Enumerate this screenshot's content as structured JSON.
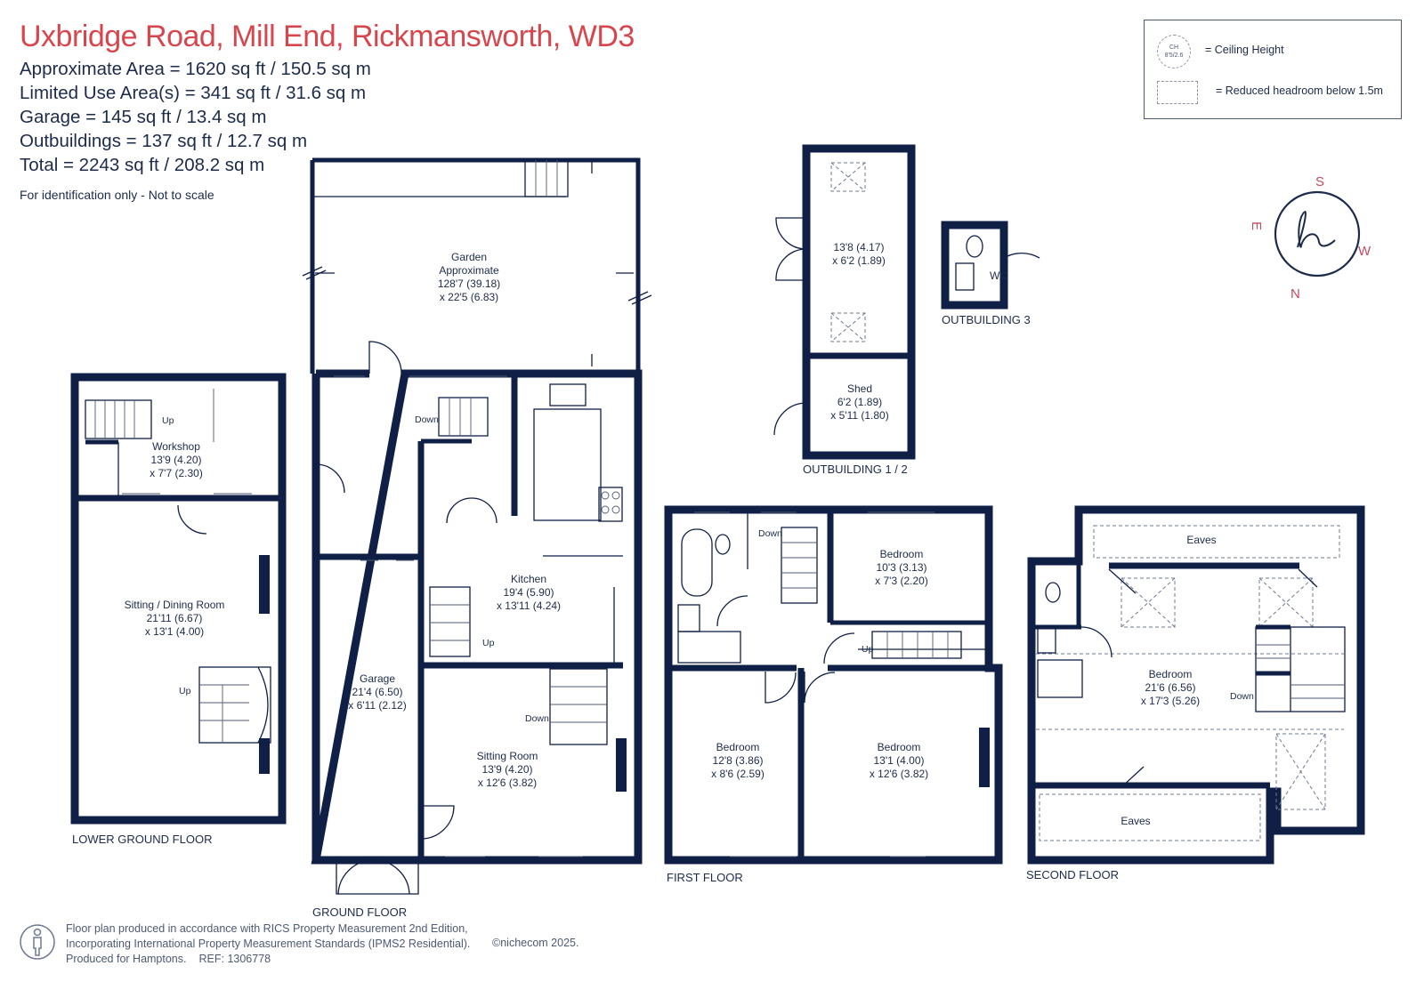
{
  "header": {
    "title": "Uxbridge Road, Mill End, Rickmansworth, WD3",
    "lines": [
      "Approximate Area = 1620 sq ft / 150.5 sq m",
      "Limited Use Area(s) = 341 sq ft / 31.6 sq m",
      "Garage = 145 sq ft / 13.4 sq m",
      "Outbuildings = 137 sq ft / 12.7 sq m",
      "Total = 2243 sq ft / 208.2 sq m"
    ],
    "note": "For identification only - Not to scale"
  },
  "legend": {
    "ceiling_symbol_1": "CH",
    "ceiling_symbol_2": "8'5/2.6",
    "ceiling_label": "= Ceiling Height",
    "reduced_label": "= Reduced headroom below 1.5m"
  },
  "compass": {
    "s": "S",
    "w": "W",
    "n": "N",
    "e": "E"
  },
  "garden": {
    "name": "Garden",
    "qualifier": "Approximate",
    "dim1": "128'7 (39.18)",
    "dim2": "x 22'5 (6.83)"
  },
  "lower_ground": {
    "label": "LOWER GROUND FLOOR",
    "workshop": {
      "name": "Workshop",
      "dim1": "13'9 (4.20)",
      "dim2": "x 7'7 (2.30)"
    },
    "sitting_dining": {
      "name": "Sitting / Dining Room",
      "dim1": "21'11 (6.67)",
      "dim2": "x 13'1 (4.00)"
    },
    "stairs_up_1": "Up",
    "stairs_up_2": "Up"
  },
  "ground": {
    "label": "GROUND FLOOR",
    "kitchen": {
      "name": "Kitchen",
      "dim1": "19'4 (5.90)",
      "dim2": "x 13'11 (4.24)"
    },
    "garage": {
      "name": "Garage",
      "dim1": "21'4 (6.50)",
      "dim2": "x 6'11 (2.12)"
    },
    "sitting": {
      "name": "Sitting Room",
      "dim1": "13'9 (4.20)",
      "dim2": "x 12'6 (3.82)"
    },
    "stairs_down_1": "Down",
    "stairs_down_2": "Down",
    "stairs_up": "Up"
  },
  "outbuildings_1_2": {
    "label": "OUTBUILDING 1 / 2",
    "room": {
      "dim1": "13'8 (4.17)",
      "dim2": "x 6'2 (1.89)"
    },
    "shed": {
      "name": "Shed",
      "dim1": "6'2 (1.89)",
      "dim2": "x 5'11 (1.80)"
    }
  },
  "outbuilding_3": {
    "label": "OUTBUILDING 3",
    "wc": "WC"
  },
  "first": {
    "label": "FIRST FLOOR",
    "bedroom_a": {
      "name": "Bedroom",
      "dim1": "10'3 (3.13)",
      "dim2": "x 7'3 (2.20)"
    },
    "bedroom_b": {
      "name": "Bedroom",
      "dim1": "12'8 (3.86)",
      "dim2": "x 8'6 (2.59)"
    },
    "bedroom_c": {
      "name": "Bedroom",
      "dim1": "13'1 (4.00)",
      "dim2": "x 12'6 (3.82)"
    },
    "stairs_down": "Down",
    "stairs_up": "Up"
  },
  "second": {
    "label": "SECOND FLOOR",
    "eaves_top": "Eaves",
    "eaves_bottom": "Eaves",
    "bedroom": {
      "name": "Bedroom",
      "dim1": "21'6 (6.56)",
      "dim2": "x 17'3 (5.26)"
    },
    "stairs_down": "Down"
  },
  "footer": {
    "lines": [
      "Floor plan produced in accordance with RICS Property Measurement 2nd Edition,",
      "Incorporating International Property Measurement Standards (IPMS2 Residential).",
      "Produced for Hamptons."
    ],
    "ref": "REF: 1306778",
    "copyright": "©nichecom 2025."
  },
  "colors": {
    "wall": "#0f1f45",
    "title": "#d8464d",
    "text": "#1c2b4a",
    "compass": "#c24b60"
  }
}
